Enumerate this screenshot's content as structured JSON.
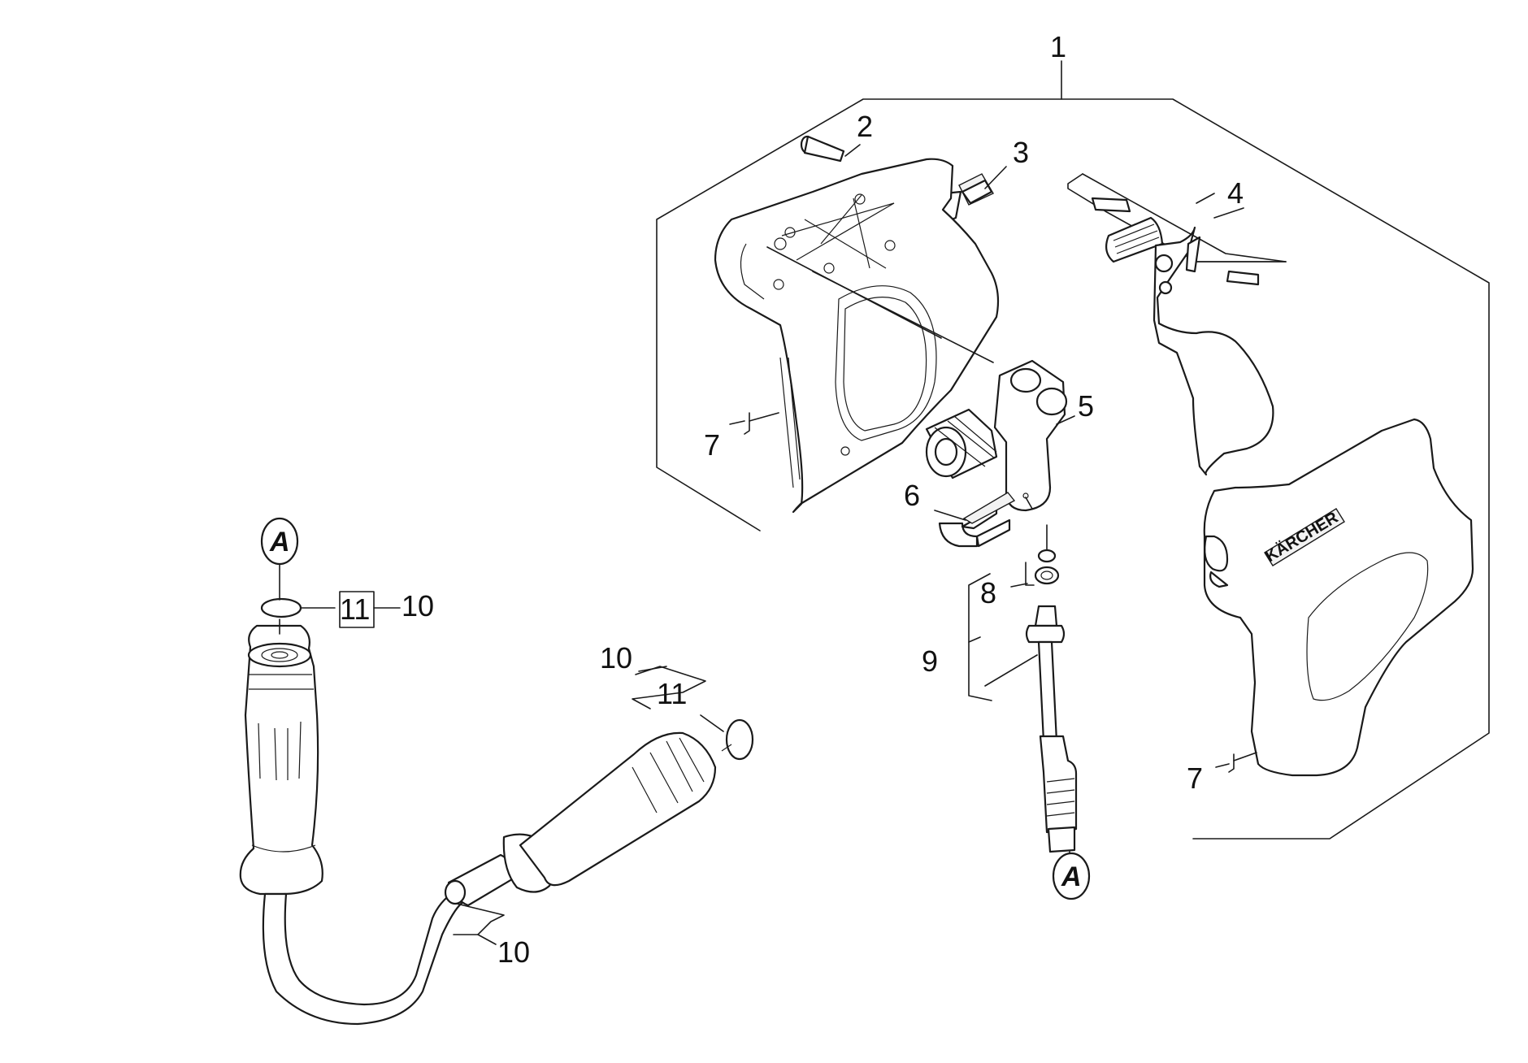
{
  "labels": {
    "n1": "1",
    "n2": "2",
    "n3": "3",
    "n4": "4",
    "n5": "5",
    "n6": "6",
    "n7": "7",
    "n8": "8",
    "n9": "9",
    "n10": "10",
    "n11": "11"
  },
  "reference_marker": "A",
  "brand_text": "KÄRCHER"
}
